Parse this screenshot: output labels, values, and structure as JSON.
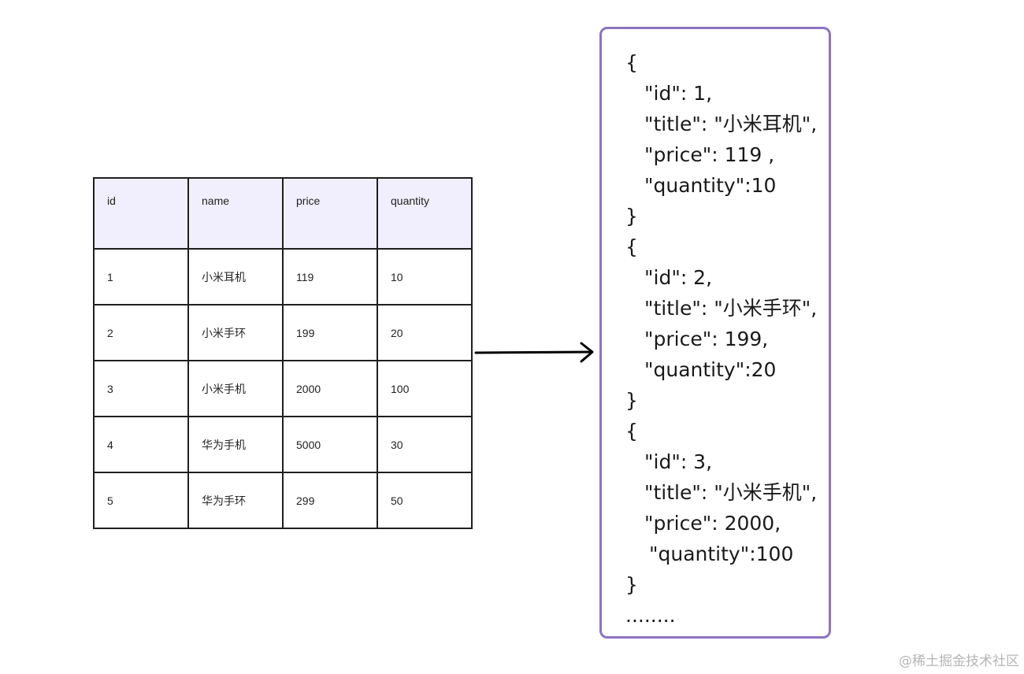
{
  "table": {
    "headers": [
      "id",
      "name",
      "price",
      "quantity"
    ],
    "rows": [
      [
        "1",
        "小米耳机",
        "119",
        "10"
      ],
      [
        "2",
        "小米手环",
        "199",
        "20"
      ],
      [
        "3",
        "小米手机",
        "2000",
        "100"
      ],
      [
        "4",
        "华为手机",
        "5000",
        "30"
      ],
      [
        "5",
        "华为手环",
        "299",
        "50"
      ]
    ]
  },
  "json_panel": {
    "lines": [
      "{",
      "\"id\": 1,",
      "\"title\": \"小米耳机\",",
      "\"price\": 119 ,",
      "\"quantity\":10",
      "}",
      "{",
      "\"id\": 2,",
      "\"title\": \"小米手环\",",
      "\"price\": 199,",
      "\"quantity\":20",
      "}",
      "{",
      "\"id\": 3,",
      "\"title\": \"小米手机\",",
      "\"price\": 2000,",
      "\"quantity\":100",
      "}",
      "........"
    ]
  },
  "watermark": "@稀土掘金技术社区",
  "colors": {
    "header_bg": "#f1effd",
    "panel_border": "#8b74c3",
    "table_border": "#1f1f1f",
    "arrow": "#000000"
  }
}
